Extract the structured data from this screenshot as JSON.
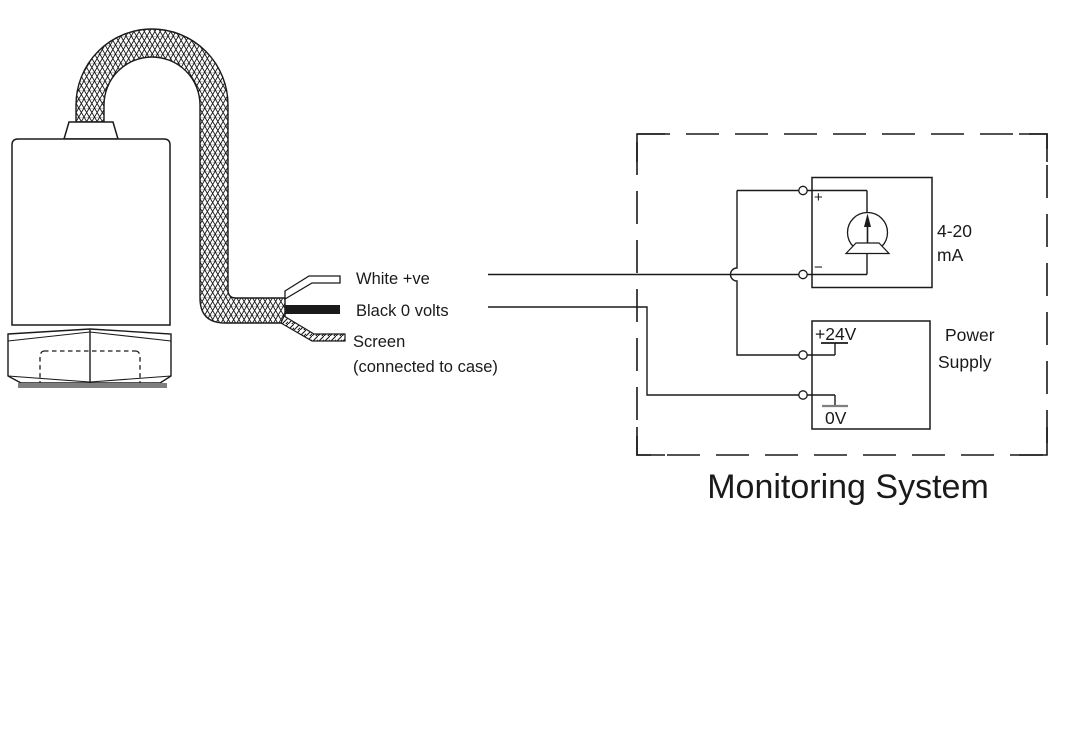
{
  "colors": {
    "line": "#1a1a1a",
    "background": "#ffffff",
    "hex_base_shadow": "#7f7f7f",
    "zero_volt_bar": "#7f7f7f"
  },
  "cable_labels": {
    "white": "White +ve",
    "black": "Black 0 volts",
    "screen": "Screen",
    "screen_note": "(connected to case)"
  },
  "monitoring_system": {
    "title": "Monitoring System",
    "meter": {
      "plus": "+",
      "minus": "−",
      "range": [
        "4-20",
        "mA"
      ]
    },
    "power_supply": {
      "positive": "+24V",
      "zero": "0V",
      "label": [
        "Power",
        "Supply"
      ]
    }
  }
}
